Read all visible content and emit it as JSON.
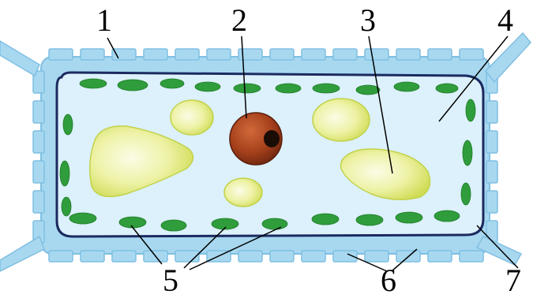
{
  "labels": {
    "l1": "1",
    "l2": "2",
    "l3": "3",
    "l4": "4",
    "l5": "5",
    "l6": "6",
    "l7": "7"
  },
  "colors": {
    "cell_wall": "#9fd3ee",
    "cell_wall_edge": "#8cc7e6",
    "cytoplasm": "#d8f0fb",
    "membrane": "#1b2a60",
    "chloroplast": "#2e9e3a",
    "vacuole": "#dfe87a",
    "vacuole_core": "#f6f8d2",
    "nucleus": "#a8401c",
    "nucleolus": "#1a0d06",
    "leader_line": "#000000"
  }
}
